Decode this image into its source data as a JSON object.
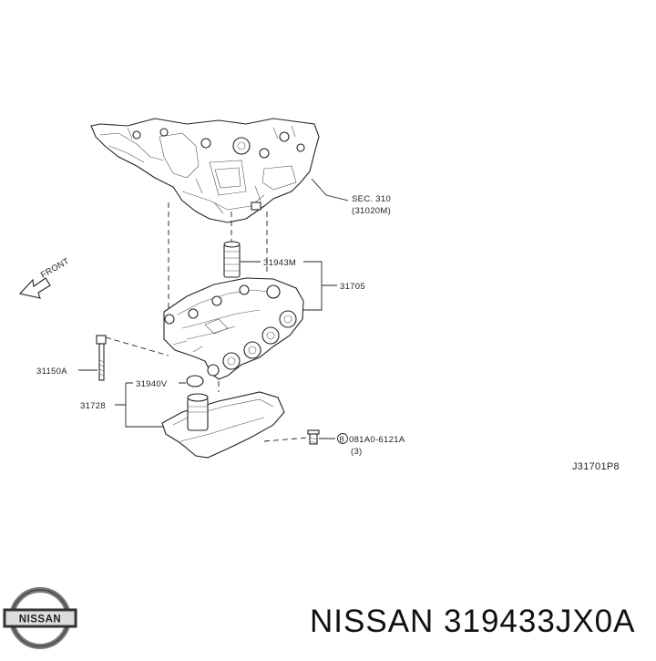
{
  "diagram": {
    "labels": {
      "sec": "SEC. 310",
      "sec_ref": "(31020M)",
      "p_31943m": "31943M",
      "p_31705": "31705",
      "front": "FRONT",
      "p_31150a": "31150A",
      "p_31940v": "31940V",
      "p_31728": "31728",
      "bolt_code": "081A0-6121A",
      "bolt_qty": "(3)",
      "bolt_circle": "B",
      "diagram_id": "J31701P8"
    }
  },
  "caption": {
    "brand": "NISSAN",
    "part_number": "319433JX0A",
    "text": "NISSAN 319433JX0A"
  },
  "logo": {
    "text": "NISSAN"
  },
  "colors": {
    "line": "#222222",
    "background": "#ffffff"
  }
}
